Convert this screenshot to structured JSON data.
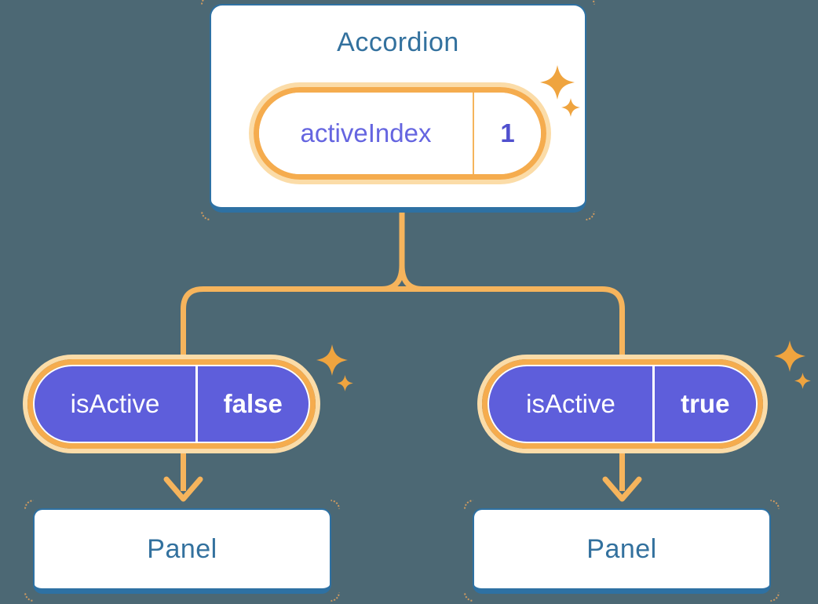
{
  "accordion": {
    "title": "Accordion",
    "state": {
      "label": "activeIndex",
      "value": "1"
    }
  },
  "branches": [
    {
      "prop": {
        "label": "isActive",
        "value": "false"
      },
      "panel": {
        "title": "Panel"
      }
    },
    {
      "prop": {
        "label": "isActive",
        "value": "true"
      },
      "panel": {
        "title": "Panel"
      }
    }
  ],
  "icons": {
    "sparkle_large": "sparkle-icon",
    "sparkle_small": "sparkle-icon",
    "arrow_down": "arrow-down-icon",
    "corner_dots": "dotted-corner-accent"
  },
  "colors": {
    "background": "#4C6874",
    "card_fill": "#FFFFFF",
    "card_border_blue": "#2E71A3",
    "heading_text_blue": "#33719E",
    "connector_orange": "#F6B45C",
    "pill_ring_orange": "#F5AC4E",
    "pill_glow": "#FBDCA8",
    "prop_pill_purple": "#5E5EDB",
    "state_label_purple": "#6565E0",
    "state_value_purple": "#5050CE",
    "sparkle_orange": "#EFA43F",
    "prop_text_white": "#FFFFFF"
  }
}
